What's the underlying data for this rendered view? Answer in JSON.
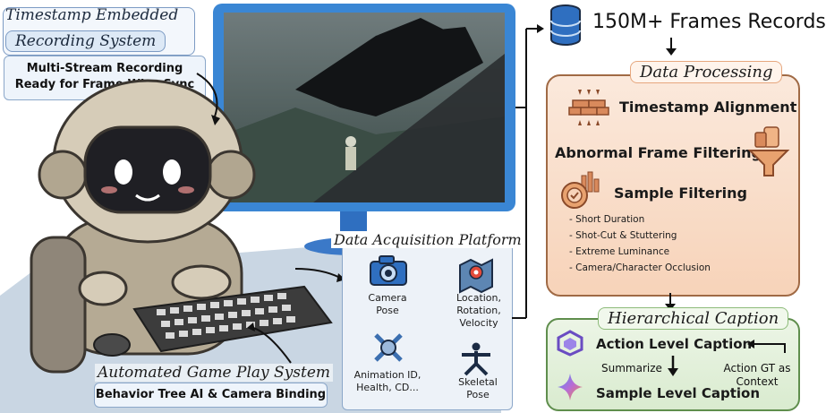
{
  "recording": {
    "title_line1": "Timestamp Embedded",
    "title_line2": "Recording System",
    "desc_line1": "Multi-Stream Recording",
    "desc_line2": "Ready for Frame-Wise Sync"
  },
  "gameplay": {
    "title": "Automated Game Play System",
    "desc": "Behavior Tree AI & Camera Binding"
  },
  "acquisition": {
    "title": "Data Acquisition Platform",
    "camera_pose_line1": "Camera",
    "camera_pose_line2": "Pose",
    "location_line1": "Location,",
    "location_line2": "Rotation,",
    "location_line3": "Velocity",
    "animation_line1": "Animation ID,",
    "animation_line2": "Health, CD...",
    "skeletal_line1": "Skeletal",
    "skeletal_line2": "Pose"
  },
  "records": {
    "label": "150M+ Frames Records"
  },
  "processing": {
    "title": "Data Processing",
    "timestamp_alignment": "Timestamp Alignment",
    "abnormal_filtering": "Abnormal Frame Filtering",
    "sample_filtering": "Sample Filtering",
    "filter_items": [
      "- Short Duration",
      "- Shot-Cut & Stuttering",
      "- Extreme Luminance",
      "- Camera/Character  Occlusion"
    ]
  },
  "caption": {
    "title": "Hierarchical Caption",
    "action_level": "Action Level Caption",
    "summarize": "Summarize",
    "action_gt_line1": "Action GT as",
    "action_gt_line2": "Context",
    "sample_level": "Sample Level Caption"
  },
  "colors": {
    "blue_accent": "#7c9bc4",
    "orange_accent": "#e6a77e",
    "green_accent": "#8dbb7a"
  }
}
